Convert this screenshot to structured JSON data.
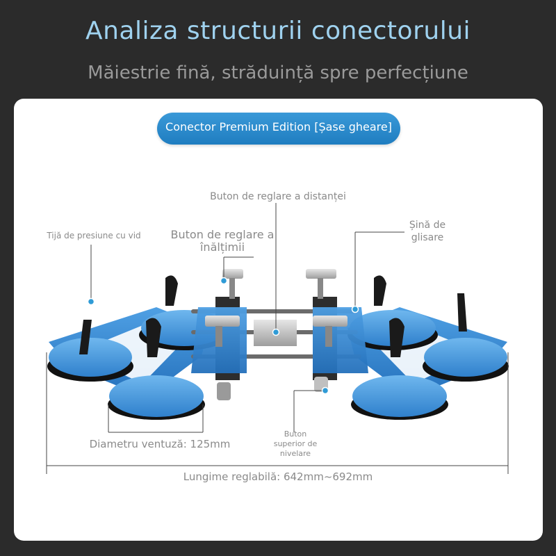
{
  "header": {
    "title": "Analiza structurii conectorului",
    "subtitle": "Măiestrie fină, străduință spre perfecțiune"
  },
  "product": {
    "badge": "Conector Premium Edition [Șase gheare]"
  },
  "callouts": {
    "distance_knob": "Buton de reglare a distanței",
    "height_knob_line1": "Buton de reglare a",
    "height_knob_line2": "înălțimii",
    "vacuum_rod": "Tijă de presiune cu vid",
    "slide_rail_line1": "Șină de",
    "slide_rail_line2": "glisare",
    "leveling_line1": "Buton",
    "leveling_line2": "superior de",
    "leveling_line3": "nivelare",
    "cup_diameter": "Diametru ventuză: 125mm",
    "adjustable_length": "Lungime reglabilă: 642mm~692mm"
  },
  "colors": {
    "accent": "#1f7dc0",
    "product_blue": "#3a8fd6",
    "title": "#9fd2ef",
    "background": "#2b2b2b",
    "card": "#ffffff"
  }
}
